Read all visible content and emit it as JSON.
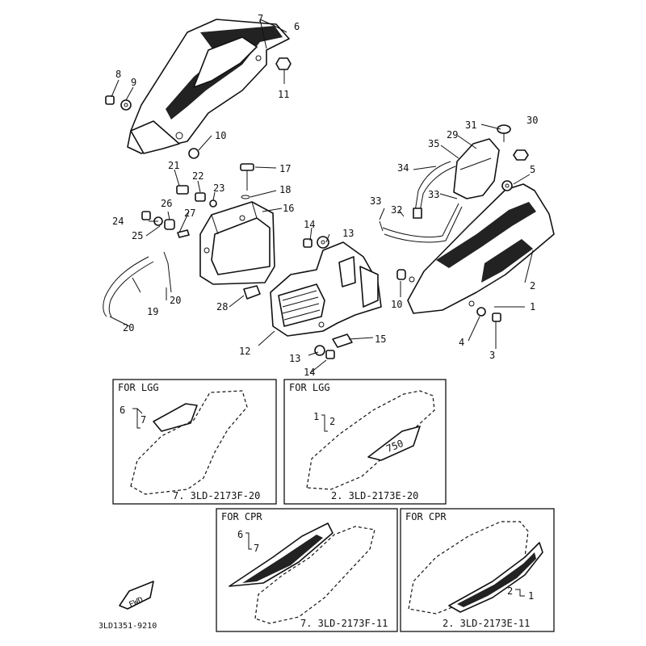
{
  "callouts": [
    "1",
    "2",
    "3",
    "4",
    "5",
    "6",
    "7",
    "8",
    "9",
    "10",
    "10",
    "11",
    "12",
    "13",
    "13",
    "14",
    "14",
    "15",
    "16",
    "17",
    "18",
    "19",
    "20",
    "20",
    "21",
    "22",
    "23",
    "24",
    "25",
    "26",
    "27",
    "28",
    "29",
    "30",
    "31",
    "32",
    "33",
    "33",
    "34",
    "35"
  ],
  "insets": [
    {
      "title": "FOR LGG",
      "bracket_top": "6",
      "bracket_sub": "7",
      "code": "7. 3LD-2173F-20"
    },
    {
      "title": "FOR LGG",
      "bracket_top": "1",
      "bracket_sub": "2",
      "code": "2. 3LD-2173E-20",
      "decal": "750"
    },
    {
      "title": "FOR CPR",
      "bracket_top": "6",
      "bracket_sub": "7",
      "code": "7. 3LD-2173F-11"
    },
    {
      "title": "FOR CPR",
      "bracket_top": "2",
      "bracket_sub": "1",
      "code": "2. 3LD-2173E-11"
    }
  ],
  "fwd_label": "FWD",
  "diagram_code": "3LD1351-9210"
}
